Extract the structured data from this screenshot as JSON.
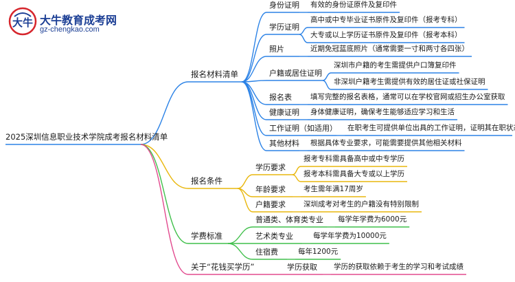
{
  "logo": {
    "title": "大牛教育成考网",
    "url": "gz-chengkao.com"
  },
  "root": {
    "label": "2025深圳信息职业技术学院成考报名材料清单"
  },
  "colors": {
    "blue": "#2b82e6",
    "yellow": "#e9b70d",
    "green": "#3fbf4a",
    "pink": "#e24a8e"
  },
  "branches": [
    {
      "label": "报名材料清单",
      "color": "blue",
      "children": [
        {
          "label": "身份证明",
          "items": [
            "有效的身份证原件及复印件"
          ]
        },
        {
          "label": "学历证明",
          "items": [
            "高中或中专毕业证书原件及复印件（报考专科）",
            "大专或以上学历证书原件及复印件（报考本科）"
          ]
        },
        {
          "label": "照片",
          "items": [
            "近期免冠蓝底照片（通常需要一寸和两寸各四张）"
          ]
        },
        {
          "label": "户籍或居住证明",
          "items": [
            "深圳市户籍的考生需提供户口簿复印件",
            "非深圳户籍考生需提供有效的居住证或社保证明"
          ]
        },
        {
          "label": "报名表",
          "items": [
            "填写完整的报名表格，通常可以在学校官网或招生办公室获取"
          ]
        },
        {
          "label": "健康证明",
          "items": [
            "身体健康证明，确保考生能够适应学习和生活"
          ]
        },
        {
          "label": "工作证明（如适用）",
          "items": [
            "在职考生可提供单位出具的工作证明，证明其在职状态"
          ]
        },
        {
          "label": "其他材料",
          "items": [
            "根据具体专业要求，可能需要提供其他相关材料"
          ]
        }
      ]
    },
    {
      "label": "报名条件",
      "color": "yellow",
      "children": [
        {
          "label": "学历要求",
          "items": [
            "报考专科需具备高中或中专学历",
            "报考本科需具备大专或以上学历"
          ]
        },
        {
          "label": "年龄要求",
          "items": [
            "考生需年满17周岁"
          ]
        },
        {
          "label": "户籍要求",
          "items": [
            "深圳成考对考生的户籍没有特别限制"
          ]
        }
      ]
    },
    {
      "label": "学费标准",
      "color": "green",
      "children": [
        {
          "label": "普通类、体育类专业",
          "items": [
            "每学年学费为6000元"
          ]
        },
        {
          "label": "艺术类专业",
          "items": [
            "每学年学费为10000元"
          ]
        },
        {
          "label": "住宿费",
          "items": [
            "每年1200元"
          ]
        }
      ]
    },
    {
      "label": "关于“花钱买学历”",
      "color": "pink",
      "children": [
        {
          "label": "学历获取",
          "items": [
            "学历的获取依赖于考生的学习和考试成绩"
          ]
        }
      ]
    }
  ]
}
